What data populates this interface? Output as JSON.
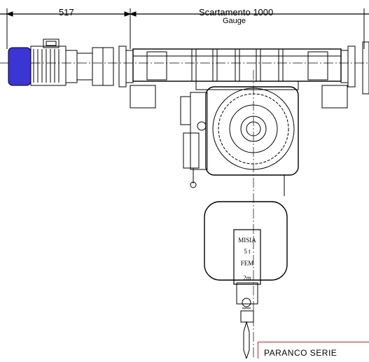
{
  "dimensions": {
    "left_length": "517",
    "gauge_label": "Scartamento  1000",
    "gauge_sub": "Gauge"
  },
  "nameplate": {
    "brand": "MISIA",
    "capacity": "5  t",
    "class": "FEM",
    "group": "2m"
  },
  "title_block": {
    "text": "PARANCO SERIE"
  },
  "colors": {
    "line": "#000000",
    "motor": "#3b35d6",
    "title_border": "#c0262c"
  }
}
